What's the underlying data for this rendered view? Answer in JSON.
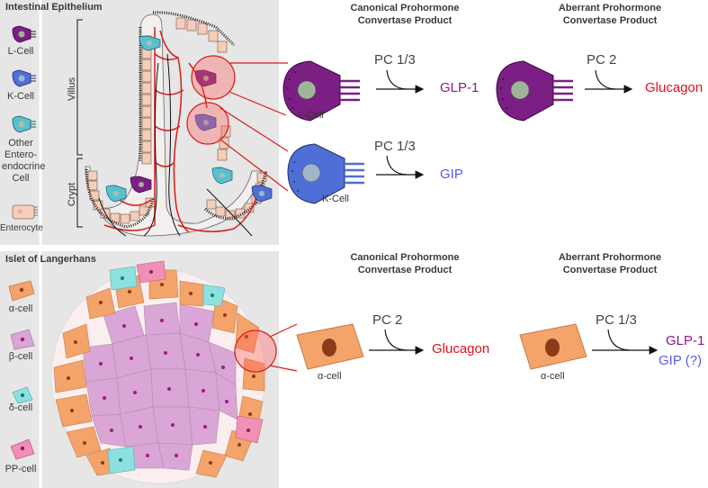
{
  "panels": {
    "intestine_title": "Intestinal Epithelium",
    "islet_title": "Islet of Langerhans"
  },
  "intestine_legend": [
    {
      "label": "L-Cell"
    },
    {
      "label": "K-Cell"
    },
    {
      "label": "Other Entero-endocrine Cell"
    },
    {
      "label": "Enterocyte"
    }
  ],
  "islet_legend": [
    {
      "label": "α-cell"
    },
    {
      "label": "β-cell"
    },
    {
      "label": "δ-cell"
    },
    {
      "label": "PP-cell"
    }
  ],
  "anatomy": {
    "villus": "Villus",
    "crypt": "Crypt"
  },
  "headers": {
    "canonical_line1": "Canonical Prohormone",
    "canonical_line2": "Convertase Product",
    "aberrant_line1": "Aberrant Prohormone",
    "aberrant_line2": "Convertase Product"
  },
  "pathways": {
    "lcell_canonical": {
      "cell": "L-Cell",
      "enzyme": "PC 1/3",
      "product": "GLP-1"
    },
    "lcell_aberrant": {
      "enzyme": "PC 2",
      "product": "Glucagon"
    },
    "kcell_canonical": {
      "cell": "K-Cell",
      "enzyme": "PC 1/3",
      "product": "GIP"
    },
    "alpha_canonical": {
      "cell": "α-cell",
      "enzyme": "PC 2",
      "product": "Glucagon"
    },
    "alpha_aberrant": {
      "cell": "α-cell",
      "enzyme": "PC 1/3",
      "product1": "GLP-1",
      "product2": "GIP (?)"
    }
  },
  "colors": {
    "panel_bg": "#e6e6e6",
    "lcell": "#7b1f84",
    "kcell": "#4f6fd6",
    "other_ee": "#58c0d0",
    "enterocyte": "#f6cdb8",
    "alpha": "#f4a46a",
    "beta": "#d9a6d6",
    "delta": "#8ce0e0",
    "pp": "#f28fb6",
    "vessel": "#d81b1b",
    "glp1": "#8a1a8a",
    "glucagon": "#e0101a",
    "gip": "#5a5ae8"
  }
}
